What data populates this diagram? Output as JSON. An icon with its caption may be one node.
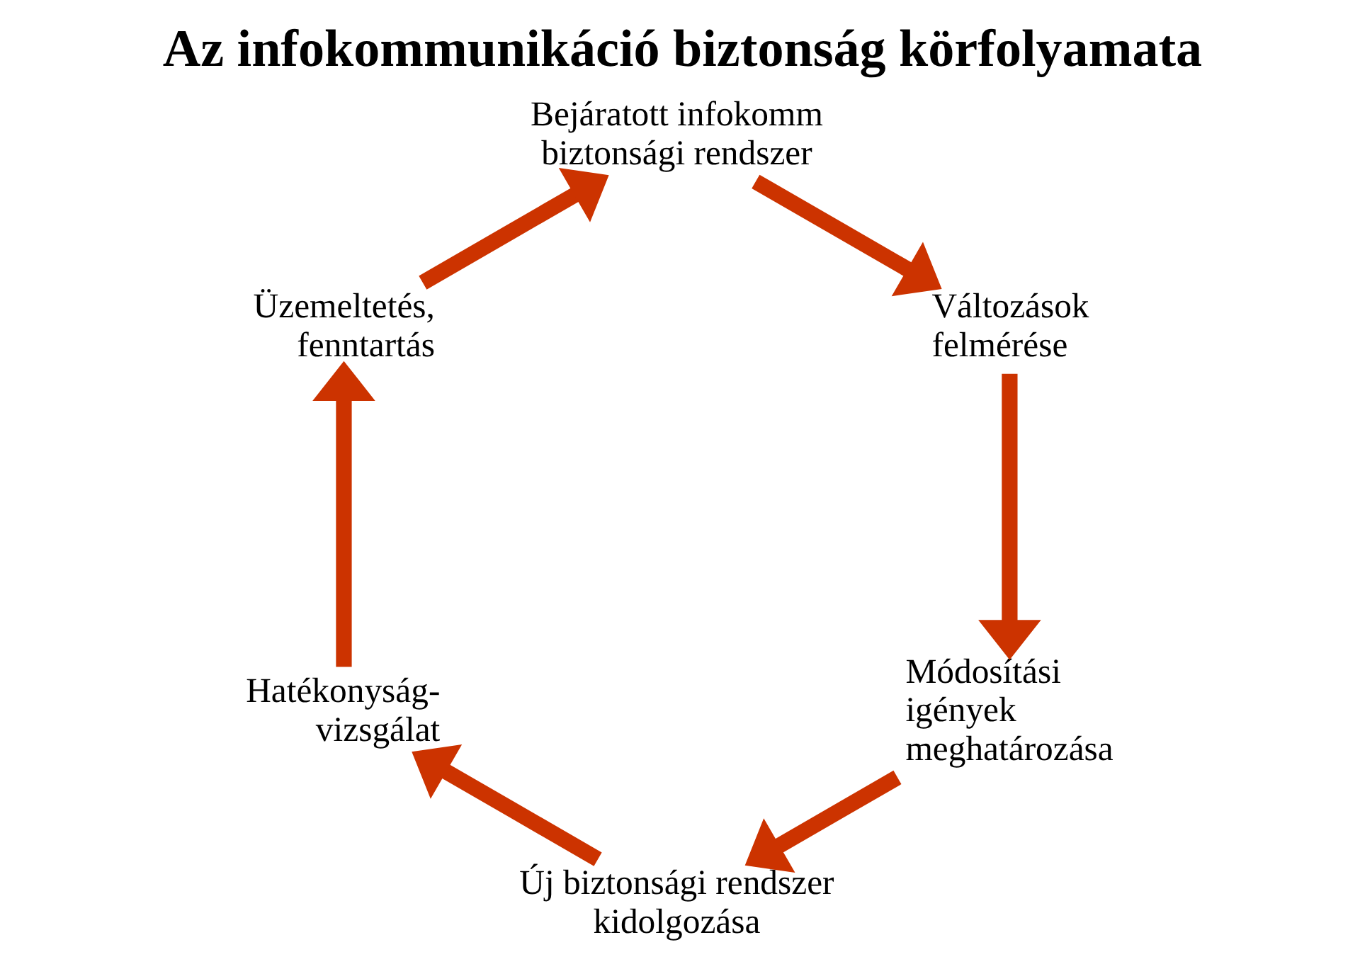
{
  "diagram": {
    "title": "Az infokommunikáció biztonság körfolyamata",
    "nodes": [
      {
        "text": [
          "Bejáratott infokomm biztonsági rendszer"
        ]
      },
      {
        "text": [
          "Üzemeltetés, fenntartás"
        ]
      },
      {
        "text": [
          "Változások felmérése"
        ]
      },
      {
        "text": [
          "Hatékonyság-vizsgálat"
        ]
      },
      {
        "text": [
          "Módosítási igények meghatározása"
        ]
      },
      {
        "text": [
          "Új biztonsági rendszer kidolgozása"
        ]
      }
    ],
    "edges": [
      {
        "from": 0,
        "to": 2,
        "arrow": "to"
      },
      {
        "from": 2,
        "to": 4,
        "arrow": "to"
      },
      {
        "from": 4,
        "to": 5,
        "arrow": "to"
      },
      {
        "from": 5,
        "to": 3,
        "arrow": "to"
      },
      {
        "from": 3,
        "to": 1,
        "arrow": "to"
      },
      {
        "from": 1,
        "to": 0,
        "arrow": "to"
      }
    ]
  }
}
